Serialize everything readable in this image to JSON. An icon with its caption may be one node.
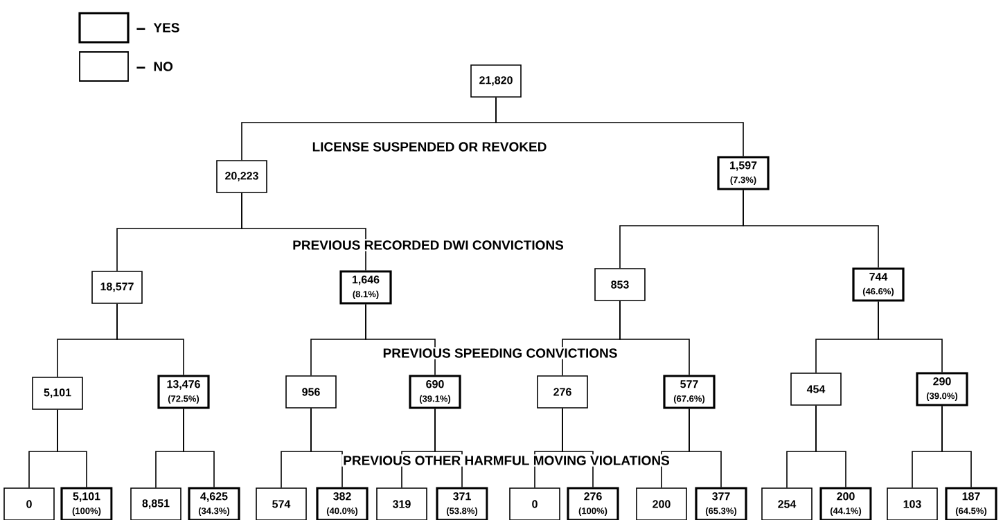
{
  "diagram": {
    "nodes": [
      {
        "text": [
          "21,820"
        ]
      },
      {
        "text": [
          "20,223"
        ]
      },
      {
        "text": [
          "1,597",
          "(7.3%)"
        ]
      },
      {
        "text": [
          "18,577"
        ]
      },
      {
        "text": [
          "1,646",
          "(8.1%)"
        ]
      },
      {
        "text": [
          "853"
        ]
      },
      {
        "text": [
          "744",
          "(46.6%)"
        ]
      },
      {
        "text": [
          "5,101"
        ]
      },
      {
        "text": [
          "13,476",
          "(72.5%)"
        ]
      },
      {
        "text": [
          "956"
        ]
      },
      {
        "text": [
          "690",
          "(39.1%)"
        ]
      },
      {
        "text": [
          "276"
        ]
      },
      {
        "text": [
          "577",
          "(67.6%)"
        ]
      },
      {
        "text": [
          "454"
        ]
      },
      {
        "text": [
          "290",
          "(39.0%)"
        ]
      },
      {
        "text": [
          "0"
        ]
      },
      {
        "text": [
          "5,101",
          "(100%)"
        ]
      },
      {
        "text": [
          "8,851"
        ]
      },
      {
        "text": [
          "4,625",
          "(34.3%)"
        ]
      },
      {
        "text": [
          "574"
        ]
      },
      {
        "text": [
          "382",
          "(40.0%)"
        ]
      },
      {
        "text": [
          "319"
        ]
      },
      {
        "text": [
          "371",
          "(53.8%)"
        ]
      },
      {
        "text": [
          "0"
        ]
      },
      {
        "text": [
          "276",
          "(100%)"
        ]
      },
      {
        "text": [
          "200"
        ]
      },
      {
        "text": [
          "377",
          "(65.3%)"
        ]
      },
      {
        "text": [
          "254"
        ]
      },
      {
        "text": [
          "200",
          "(44.1%)"
        ]
      },
      {
        "text": [
          "103"
        ]
      },
      {
        "text": [
          "187",
          "(64.5%)"
        ]
      }
    ],
    "edges": [
      {
        "from": 0,
        "to": 1,
        "arrow": "none"
      },
      {
        "from": 0,
        "to": 2,
        "arrow": "none"
      },
      {
        "from": 1,
        "to": 3,
        "arrow": "none"
      },
      {
        "from": 1,
        "to": 4,
        "arrow": "none"
      },
      {
        "from": 2,
        "to": 5,
        "arrow": "none"
      },
      {
        "from": 2,
        "to": 6,
        "arrow": "none"
      },
      {
        "from": 3,
        "to": 7,
        "arrow": "none"
      },
      {
        "from": 3,
        "to": 8,
        "arrow": "none"
      },
      {
        "from": 4,
        "to": 9,
        "arrow": "none"
      },
      {
        "from": 4,
        "to": 10,
        "arrow": "none"
      },
      {
        "from": 5,
        "to": 11,
        "arrow": "none"
      },
      {
        "from": 5,
        "to": 12,
        "arrow": "none"
      },
      {
        "from": 6,
        "to": 13,
        "arrow": "none"
      },
      {
        "from": 6,
        "to": 14,
        "arrow": "none"
      },
      {
        "from": 7,
        "to": 15,
        "arrow": "none"
      },
      {
        "from": 7,
        "to": 16,
        "arrow": "none"
      },
      {
        "from": 8,
        "to": 17,
        "arrow": "none"
      },
      {
        "from": 8,
        "to": 18,
        "arrow": "none"
      },
      {
        "from": 9,
        "to": 19,
        "arrow": "none"
      },
      {
        "from": 9,
        "to": 20,
        "arrow": "none"
      },
      {
        "from": 10,
        "to": 21,
        "arrow": "none"
      },
      {
        "from": 10,
        "to": 22,
        "arrow": "none"
      },
      {
        "from": 11,
        "to": 23,
        "arrow": "none"
      },
      {
        "from": 11,
        "to": 24,
        "arrow": "none"
      },
      {
        "from": 12,
        "to": 25,
        "arrow": "none"
      },
      {
        "from": 12,
        "to": 26,
        "arrow": "none"
      },
      {
        "from": 13,
        "to": 27,
        "arrow": "none"
      },
      {
        "from": 13,
        "to": 28,
        "arrow": "none"
      },
      {
        "from": 14,
        "to": 29,
        "arrow": "none"
      },
      {
        "from": 14,
        "to": 30,
        "arrow": "none"
      }
    ],
    "labels": [
      "LICENSE SUSPENDED OR REVOKED",
      "PREVIOUS RECORDED DWI CONVICTIONS",
      "PREVIOUS SPEEDING CONVICTIONS",
      "PREVIOUS OTHER HARMFUL MOVING VIOLATIONS"
    ],
    "legend": [
      {
        "text": "YES"
      },
      {
        "text": "NO"
      }
    ]
  }
}
